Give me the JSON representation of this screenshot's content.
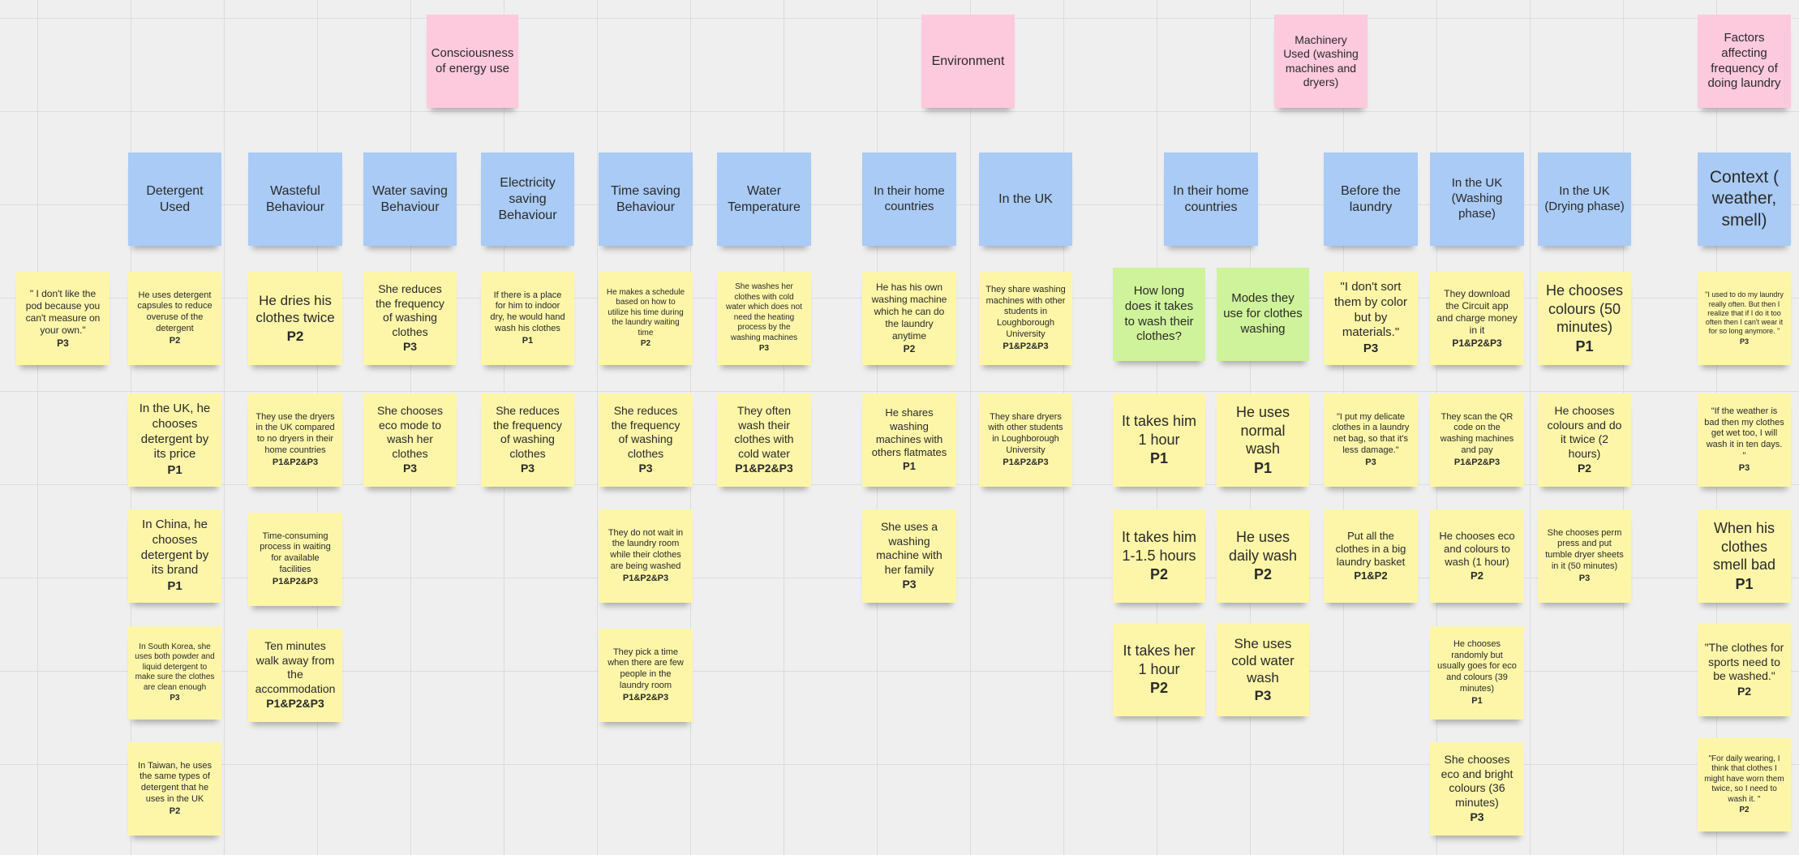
{
  "notes": [
    {
      "id": "header-consciousness",
      "color": "pink",
      "text": "Consciousness of energy use",
      "fs": 15
    },
    {
      "id": "header-environment",
      "color": "pink",
      "text": "Environment",
      "fs": 16
    },
    {
      "id": "header-machinery",
      "color": "pink",
      "text": "Machinery Used (washing machines and dryers)",
      "fs": 14
    },
    {
      "id": "header-factors",
      "color": "pink",
      "text": "Factors affecting frequency of doing laundry",
      "fs": 15
    },
    {
      "id": "cat-detergent-used",
      "color": "blue",
      "text": "Detergent Used",
      "fs": 16
    },
    {
      "id": "cat-wasteful-behaviour",
      "color": "blue",
      "text": "Wasteful Behaviour",
      "fs": 16
    },
    {
      "id": "cat-water-saving",
      "color": "blue",
      "text": "Water saving Behaviour",
      "fs": 16
    },
    {
      "id": "cat-electricity-saving",
      "color": "blue",
      "text": "Electricity saving Behaviour",
      "fs": 16
    },
    {
      "id": "cat-time-saving",
      "color": "blue",
      "text": "Time saving Behaviour",
      "fs": 16
    },
    {
      "id": "cat-water-temperature",
      "color": "blue",
      "text": "Water Temperature",
      "fs": 16
    },
    {
      "id": "cat-env-home-countries",
      "color": "blue",
      "text": "In their home countries",
      "fs": 15
    },
    {
      "id": "cat-env-uk",
      "color": "blue",
      "text": "In the UK",
      "fs": 16
    },
    {
      "id": "cat-mach-home-countries",
      "color": "blue",
      "text": "In their home countries",
      "fs": 16
    },
    {
      "id": "cat-before-laundry",
      "color": "blue",
      "text": "Before the laundry",
      "fs": 16
    },
    {
      "id": "cat-uk-washing",
      "color": "blue",
      "text": "In the UK (Washing phase)",
      "fs": 15
    },
    {
      "id": "cat-uk-drying",
      "color": "blue",
      "text": "In the UK (Drying phase)",
      "fs": 15
    },
    {
      "id": "cat-context",
      "color": "blue",
      "text": "Context ( weather, smell)",
      "fs": 21
    },
    {
      "id": "q-how-long",
      "color": "green",
      "text": "How long does it takes to wash their clothes?",
      "fs": 15
    },
    {
      "id": "q-modes",
      "color": "green",
      "text": "Modes they use for clothes washing",
      "fs": 15
    },
    {
      "id": "note-pod",
      "color": "yellow",
      "text": "\" I don't like the pod because you can't measure on your own.\"",
      "p": "P3",
      "fs": 12
    },
    {
      "id": "note-det-1",
      "color": "yellow",
      "text": "He uses detergent capsules to reduce overuse of the detergent",
      "p": "P2",
      "fs": 11
    },
    {
      "id": "note-det-2",
      "color": "yellow",
      "text": "In the UK, he chooses detergent by its price",
      "p": "P1",
      "fs": 15
    },
    {
      "id": "note-det-3",
      "color": "yellow",
      "text": "In China, he chooses detergent by its brand",
      "p": "P1",
      "fs": 15
    },
    {
      "id": "note-det-4",
      "color": "yellow",
      "text": "In South Korea, she uses both powder and liquid detergent to make sure the clothes are clean enough",
      "p": "P3",
      "fs": 10
    },
    {
      "id": "note-det-5",
      "color": "yellow",
      "text": "In Taiwan, he uses the same types of detergent that he uses in the UK",
      "p": "P2",
      "fs": 11
    },
    {
      "id": "note-waste-1",
      "color": "yellow",
      "text": "He dries his clothes twice",
      "p": "P2",
      "fs": 17
    },
    {
      "id": "note-waste-2",
      "color": "yellow",
      "text": "They use the dryers in the UK compared to no dryers in their home countries",
      "p": "P1&P2&P3",
      "fs": 11
    },
    {
      "id": "note-waste-3",
      "color": "yellow",
      "text": "Time-consuming process in waiting for available facilities",
      "p": "P1&P2&P3",
      "fs": 11
    },
    {
      "id": "note-waste-4",
      "color": "yellow",
      "text": "Ten minutes walk away from the accommodation",
      "p": "P1&P2&P3",
      "fs": 14
    },
    {
      "id": "note-water-1",
      "color": "yellow",
      "text": "She reduces the frequency of washing clothes",
      "p": "P3",
      "fs": 14
    },
    {
      "id": "note-water-2",
      "color": "yellow",
      "text": "She chooses eco mode to wash her clothes",
      "p": "P3",
      "fs": 14
    },
    {
      "id": "note-elec-1",
      "color": "yellow",
      "text": "If there is a place for him to indoor dry, he would hand wash his clothes",
      "p": "P1",
      "fs": 11
    },
    {
      "id": "note-elec-2",
      "color": "yellow",
      "text": "She reduces the frequency of washing clothes",
      "p": "P3",
      "fs": 14
    },
    {
      "id": "note-time-1",
      "color": "yellow",
      "text": "He makes a schedule based on how to utilize his time during the laundry waiting time",
      "p": "P2",
      "fs": 10
    },
    {
      "id": "note-time-2",
      "color": "yellow",
      "text": "She reduces the frequency of washing clothes",
      "p": "P3",
      "fs": 14
    },
    {
      "id": "note-time-3",
      "color": "yellow",
      "text": "They do not wait in the laundry room while their clothes are being washed",
      "p": "P1&P2&P3",
      "fs": 11
    },
    {
      "id": "note-time-4",
      "color": "yellow",
      "text": "They pick a time when there are few people in the laundry room",
      "p": "P1&P2&P3",
      "fs": 11
    },
    {
      "id": "note-temp-1",
      "color": "yellow",
      "text": "She washes her clothes with cold water which does not need the heating process by the washing machines",
      "p": "P3",
      "fs": 10
    },
    {
      "id": "note-temp-2",
      "color": "yellow",
      "text": "They often wash their clothes with cold water",
      "p": "P1&P2&P3",
      "fs": 14
    },
    {
      "id": "note-envhome-1",
      "color": "yellow",
      "text": "He has his own washing machine which he can do the laundry anytime",
      "p": "P2",
      "fs": 12
    },
    {
      "id": "note-envhome-2",
      "color": "yellow",
      "text": "He shares washing machines with others flatmates",
      "p": "P1",
      "fs": 13
    },
    {
      "id": "note-envhome-3",
      "color": "yellow",
      "text": "She uses a washing machine with her family",
      "p": "P3",
      "fs": 14
    },
    {
      "id": "note-envuk-1",
      "color": "yellow",
      "text": "They share washing machines with other students in Loughborough University",
      "p": "P1&P2&P3",
      "fs": 11
    },
    {
      "id": "note-envuk-2",
      "color": "yellow",
      "text": "They share dryers with other students in Loughborough University",
      "p": "P1&P2&P3",
      "fs": 11
    },
    {
      "id": "note-howlong-1",
      "color": "yellow",
      "text": "It takes him 1 hour",
      "p": "P1",
      "fs": 18
    },
    {
      "id": "note-howlong-2",
      "color": "yellow",
      "text": "It takes him 1-1.5 hours",
      "p": "P2",
      "fs": 18
    },
    {
      "id": "note-howlong-3",
      "color": "yellow",
      "text": "It takes her 1 hour",
      "p": "P2",
      "fs": 18
    },
    {
      "id": "note-modes-1",
      "color": "yellow",
      "text": "He uses normal wash",
      "p": "P1",
      "fs": 18
    },
    {
      "id": "note-modes-2",
      "color": "yellow",
      "text": "He uses daily wash",
      "p": "P2",
      "fs": 18
    },
    {
      "id": "note-modes-3",
      "color": "yellow",
      "text": "She uses cold water wash",
      "p": "P3",
      "fs": 17
    },
    {
      "id": "note-before-1",
      "color": "yellow",
      "text": "\"I don't sort them by color but by materials.\"",
      "p": "P3",
      "fs": 15
    },
    {
      "id": "note-before-2",
      "color": "yellow",
      "text": "\"I put my delicate clothes in a laundry net bag, so that it's less damage.\"",
      "p": "P3",
      "fs": 11
    },
    {
      "id": "note-before-3",
      "color": "yellow",
      "text": "Put all the clothes in a big laundry basket",
      "p": "P1&P2",
      "fs": 13
    },
    {
      "id": "note-ukwash-1",
      "color": "yellow",
      "text": "They download the Circuit app and charge money in it",
      "p": "P1&P2&P3",
      "fs": 12
    },
    {
      "id": "note-ukwash-2",
      "color": "yellow",
      "text": "They scan the QR code on the washing machines and pay",
      "p": "P1&P2&P3",
      "fs": 11
    },
    {
      "id": "note-ukwash-3",
      "color": "yellow",
      "text": "He chooses eco and colours to wash (1 hour)",
      "p": "P2",
      "fs": 13
    },
    {
      "id": "note-ukwash-4",
      "color": "yellow",
      "text": "He chooses randomly but usually goes for eco and colours (39 minutes)",
      "p": "P1",
      "fs": 11
    },
    {
      "id": "note-ukwash-5",
      "color": "yellow",
      "text": "She chooses eco and bright colours (36 minutes)",
      "p": "P3",
      "fs": 14
    },
    {
      "id": "note-ukdry-1",
      "color": "yellow",
      "text": "He chooses colours (50 minutes)",
      "p": "P1",
      "fs": 18
    },
    {
      "id": "note-ukdry-2",
      "color": "yellow",
      "text": "He chooses colours and do it twice (2 hours)",
      "p": "P2",
      "fs": 14
    },
    {
      "id": "note-ukdry-3",
      "color": "yellow",
      "text": "She chooses perm press and put tumble dryer sheets in it (50 minutes)",
      "p": "P3",
      "fs": 11
    },
    {
      "id": "note-context-1",
      "color": "yellow",
      "text": "\"I used to do my laundry really often. But then I realize that if I do it too often then I can't wear it for so long anymore. \"",
      "p": "P3",
      "fs": 9
    },
    {
      "id": "note-context-2",
      "color": "yellow",
      "text": "\"If the weather is bad then my clothes get wet too, I will wash it in ten days. \"",
      "p": "P3",
      "fs": 11
    },
    {
      "id": "note-context-3",
      "color": "yellow",
      "text": "When his clothes smell bad",
      "p": "P1",
      "fs": 18
    },
    {
      "id": "note-context-4",
      "color": "yellow",
      "text": "\"The clothes for sports need to be washed.\"",
      "p": "P2",
      "fs": 14
    },
    {
      "id": "note-context-5",
      "color": "yellow",
      "text": "\"For daily wearing, I think that clothes I might have worn them twice, so I need to wash it. \"",
      "p": "P2",
      "fs": 10
    }
  ]
}
